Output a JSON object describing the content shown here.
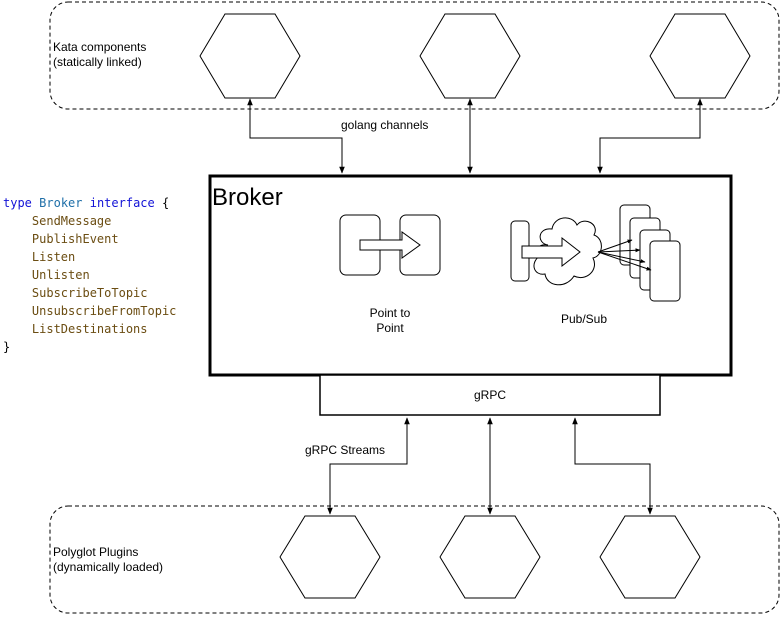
{
  "groups": {
    "kata": {
      "line1": "Kata components",
      "line2": "(statically linked)"
    },
    "plugins": {
      "line1": "Polyglot Plugins",
      "line2": "(dynamically loaded)"
    }
  },
  "edges": {
    "golang": "golang channels",
    "grpc_streams": "gRPC Streams"
  },
  "broker": {
    "title": "Broker",
    "p2p_line1": "Point to",
    "p2p_line2": "Point",
    "pubsub": "Pub/Sub",
    "grpc": "gRPC"
  },
  "code": {
    "kw_type": "type",
    "type_name": "Broker",
    "kw_interface": "interface",
    "open_brace": "{",
    "methods": [
      "SendMessage",
      "PublishEvent",
      "Listen",
      "Unlisten",
      "SubscribeToTopic",
      "UnsubscribeFromTopic",
      "ListDestinations"
    ],
    "close_brace": "}"
  }
}
